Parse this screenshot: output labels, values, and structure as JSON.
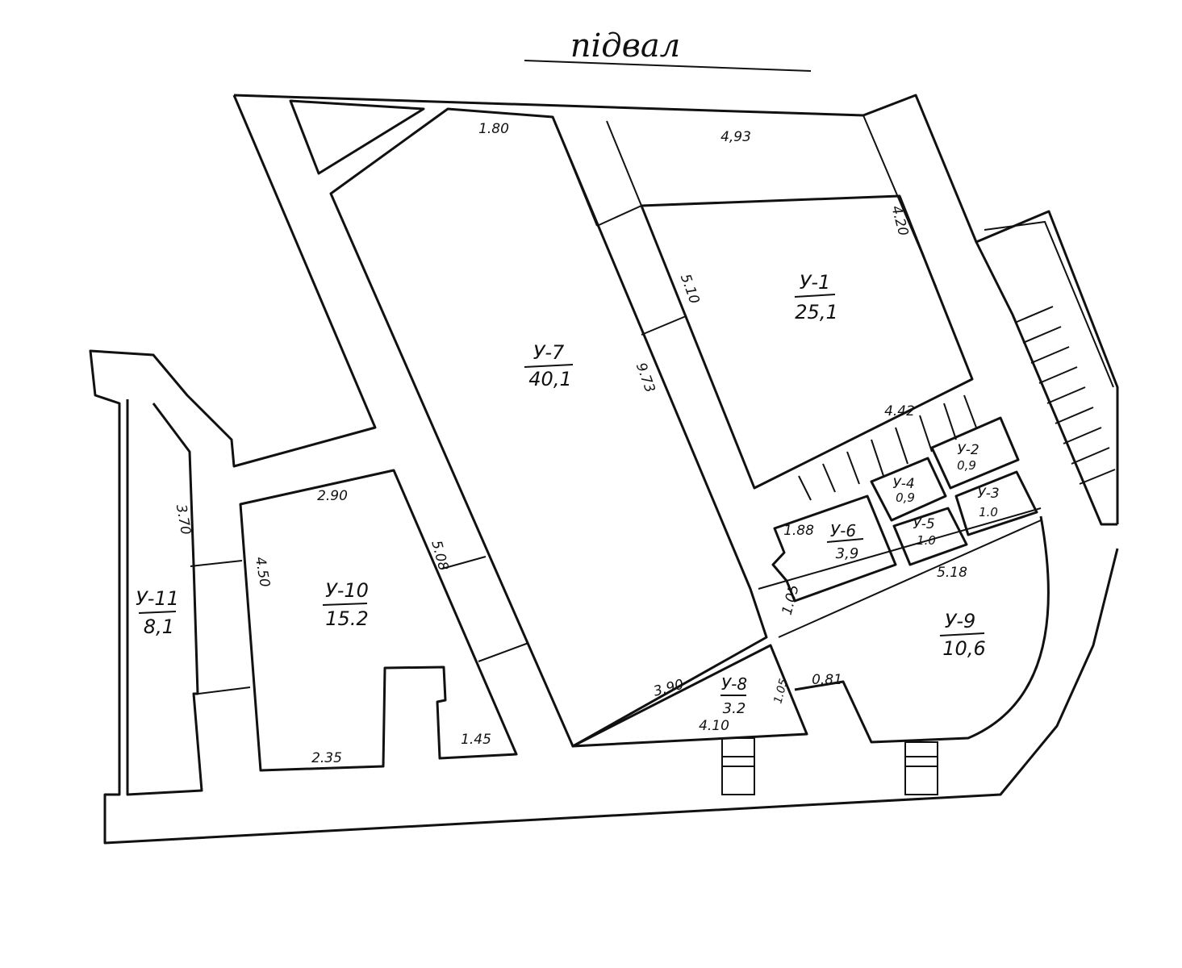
{
  "title": "підвал",
  "rooms": [
    {
      "id": "У-1",
      "area": "25,1"
    },
    {
      "id": "У-2",
      "area": "0,9"
    },
    {
      "id": "У-3",
      "area": "1.0"
    },
    {
      "id": "У-4",
      "area": "0,9"
    },
    {
      "id": "У-5",
      "area": "1.0"
    },
    {
      "id": "У-6",
      "area": "3,9"
    },
    {
      "id": "У-7",
      "area": "40,1"
    },
    {
      "id": "У-8",
      "area": "3.2"
    },
    {
      "id": "У-9",
      "area": "10,6"
    },
    {
      "id": "У-10",
      "area": "15.2"
    },
    {
      "id": "У-11",
      "area": "8,1"
    }
  ],
  "dimensions": [
    "1.80",
    "4,93",
    "4.20",
    "5.10",
    "9.73",
    "4.42",
    "1.88",
    "5.18",
    "1.05",
    "3.90",
    "4.10",
    "0.81",
    "1.05",
    "2.90",
    "4.50",
    "5.08",
    "2.35",
    "1.45",
    "3.70"
  ]
}
